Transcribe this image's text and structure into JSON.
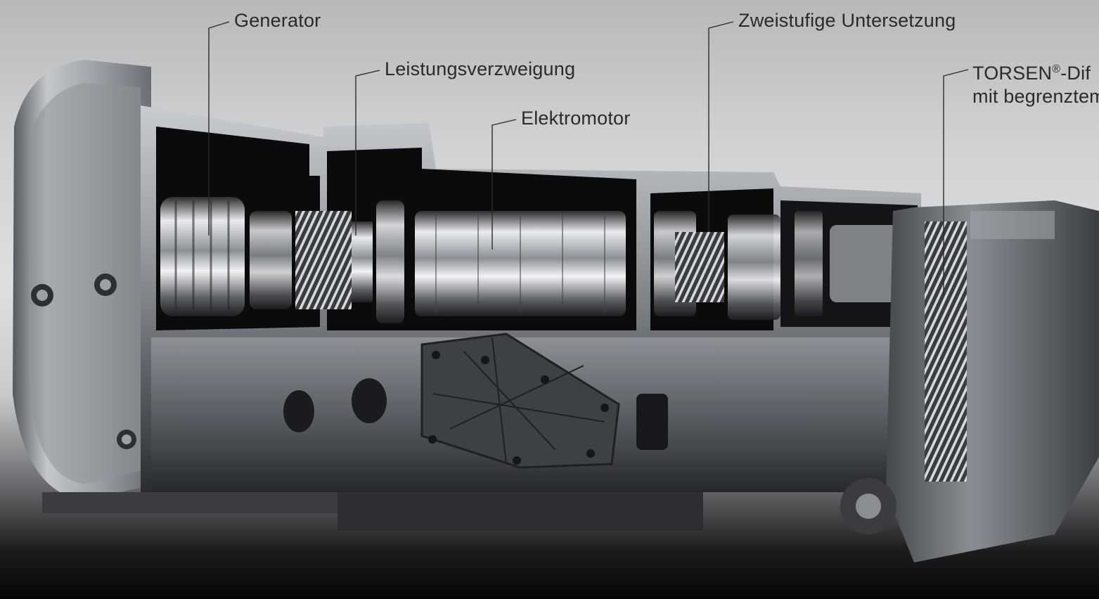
{
  "labels": {
    "generator": "Generator",
    "power_split": "Leistungsverzweigung",
    "electric_motor": "Elektromotor",
    "two_stage_reduction": "Zweistufige Untersetzung",
    "torsen_line1_pre": "TORSEN",
    "torsen_mark": "®",
    "torsen_line1_post": "-Dif",
    "torsen_line2": "mit begrenztem"
  },
  "colors": {
    "label_text": "#2a2a2b",
    "leader_line": "#2b2b2c",
    "housing_light": "#a9acb0",
    "housing_dark": "#3a3c40",
    "interior": "#0b0b0c"
  }
}
